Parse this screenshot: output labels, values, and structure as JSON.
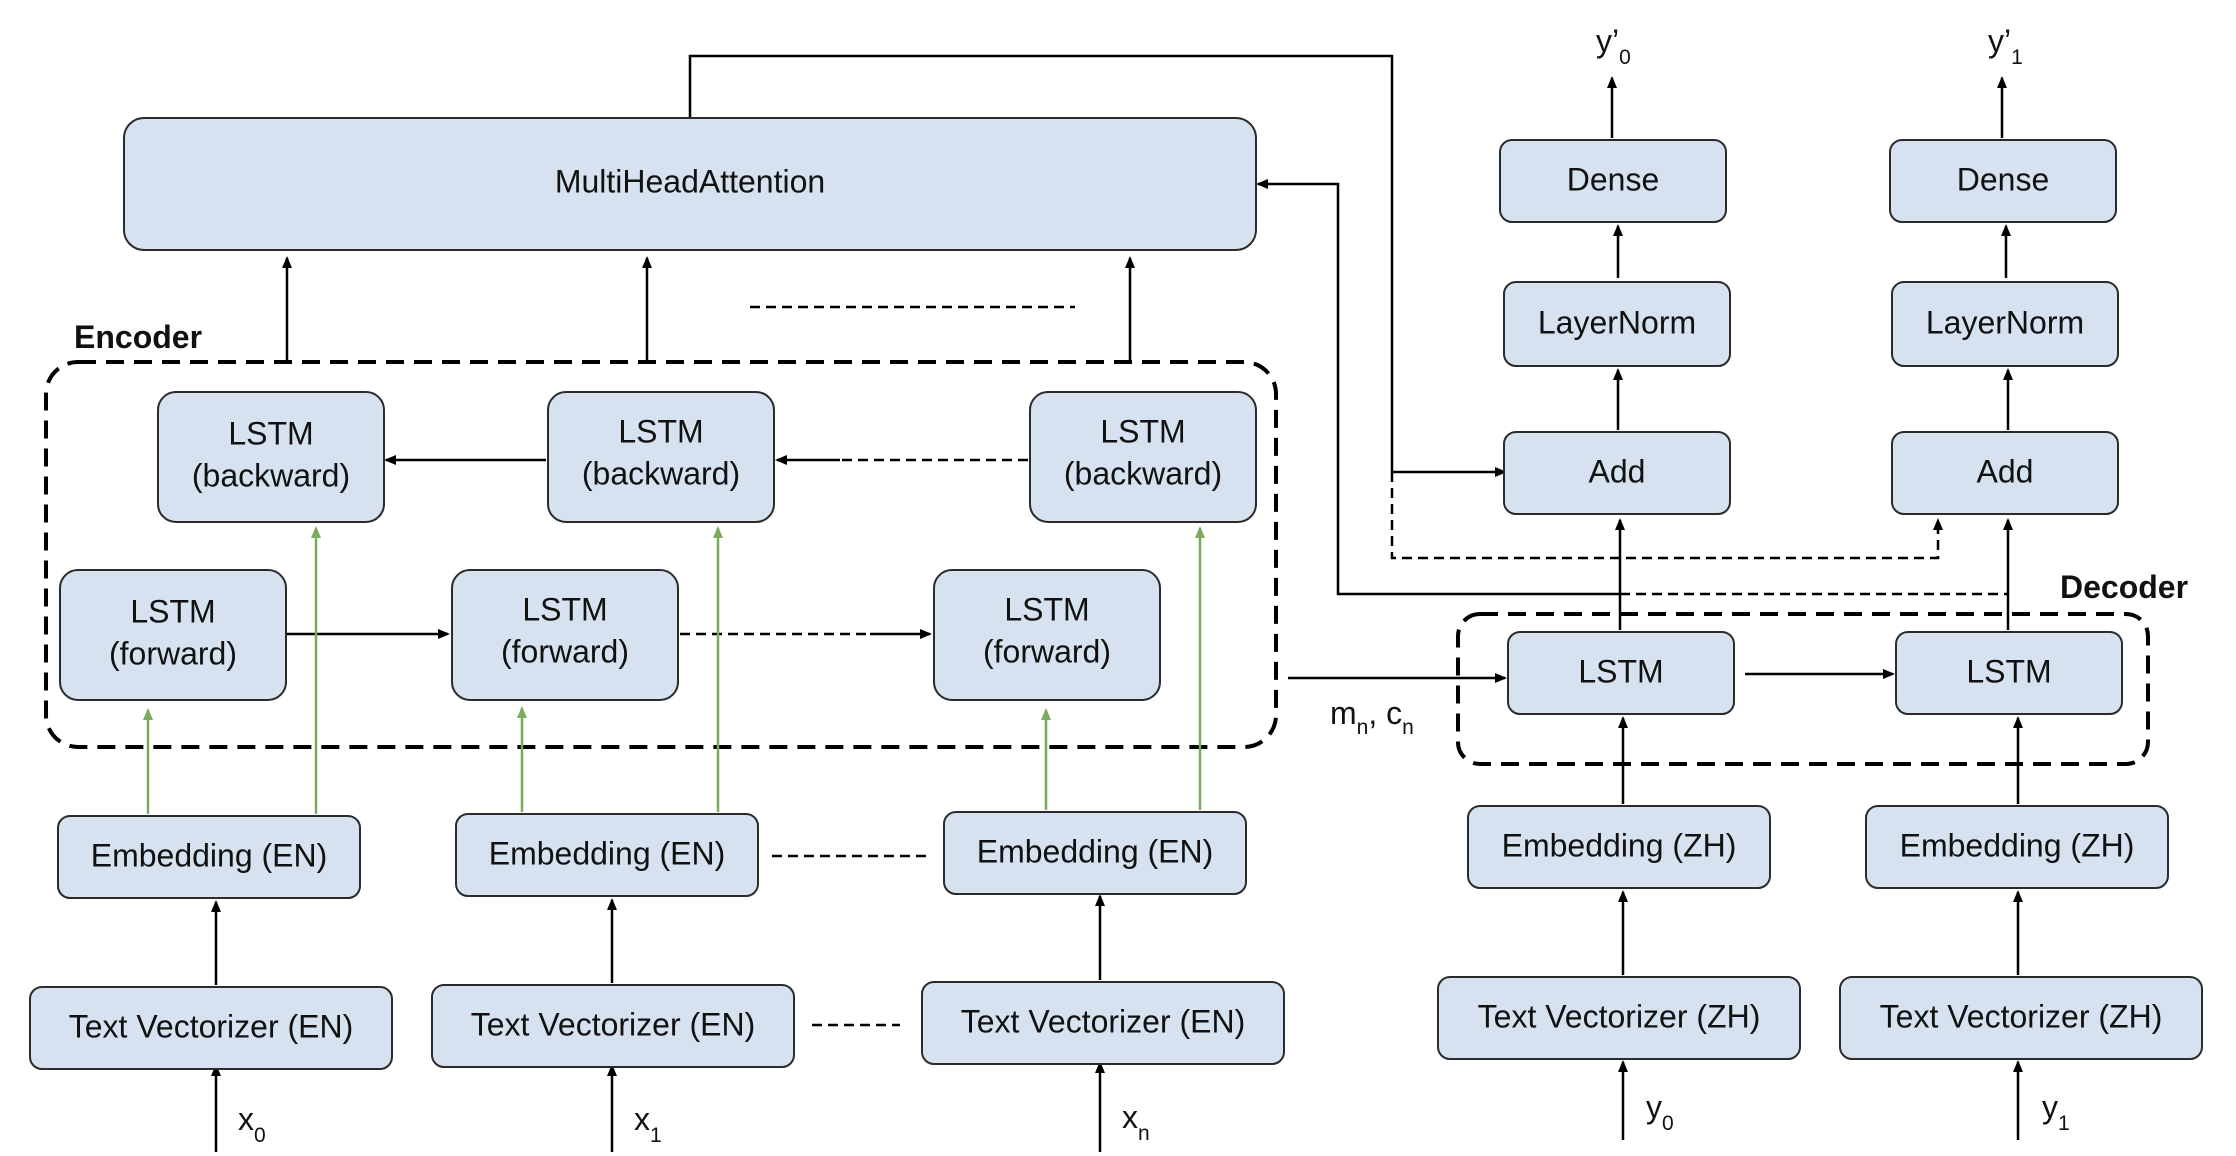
{
  "diagram": {
    "colors": {
      "box_fill": "#d6e2f0",
      "box_stroke": "#2b2b2b",
      "arrow": "#000000",
      "embedding_arrow": "#7aab5e"
    },
    "attention_label": "MultiHeadAttention",
    "encoder": {
      "title": "Encoder",
      "lstm_backward": "LSTM",
      "lstm_backward_sub": "(backward)",
      "lstm_forward": "LSTM",
      "lstm_forward_sub": "(forward)",
      "embedding_label": "Embedding (EN)",
      "vectorizer_label": "Text Vectorizer (EN)",
      "inputs": [
        {
          "base": "x",
          "sub": "0"
        },
        {
          "base": "x",
          "sub": "1"
        },
        {
          "base": "x",
          "sub": "n"
        }
      ]
    },
    "state_label": {
      "m": "m",
      "m_sub": "n",
      "sep": ", ",
      "c": "c",
      "c_sub": "n"
    },
    "decoder": {
      "title": "Decoder",
      "lstm_label": "LSTM",
      "add_label": "Add",
      "layernorm_label": "LayerNorm",
      "dense_label": "Dense",
      "embedding_label": "Embedding (ZH)",
      "vectorizer_label": "Text Vectorizer (ZH)",
      "inputs": [
        {
          "base": "y",
          "sub": "0"
        },
        {
          "base": "y",
          "sub": "1"
        }
      ],
      "outputs": [
        {
          "base": "y’",
          "sub": "0"
        },
        {
          "base": "y’",
          "sub": "1"
        }
      ]
    }
  }
}
